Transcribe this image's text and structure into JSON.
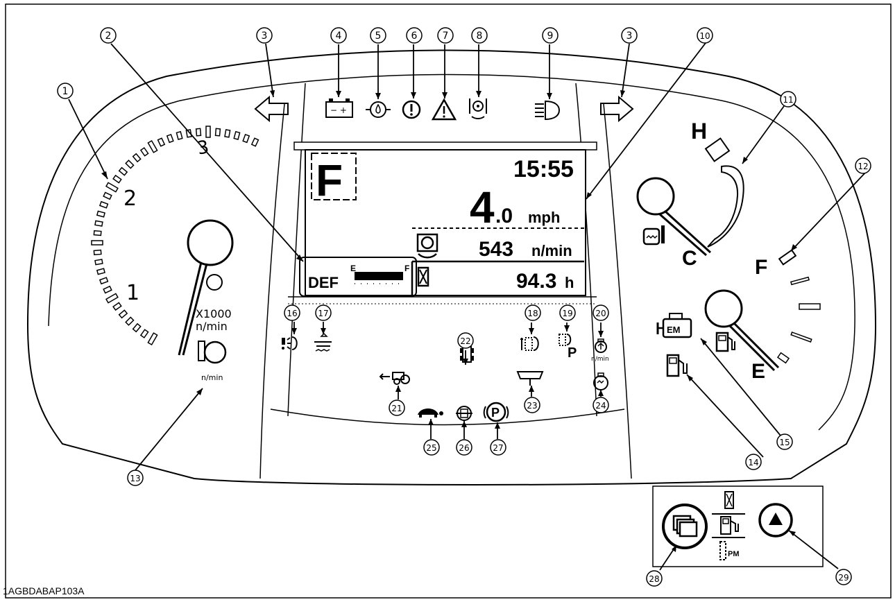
{
  "figure_code": "1AGBDABAP103A",
  "tachometer": {
    "scale_labels": [
      "1",
      "2",
      "3"
    ],
    "unit_line1": "X1000",
    "unit_line2": "n/min",
    "icon_unit": "n/min"
  },
  "lcd": {
    "gear": "F",
    "time": "15:55",
    "speed_big": "4",
    "speed_small": ".0",
    "speed_unit": "mph",
    "pto_rpm": "543",
    "pto_unit": "n/min",
    "hours": "94.3",
    "hours_unit": "h",
    "def_label": "DEF",
    "def_empty": "E",
    "def_full": "F"
  },
  "temp_gauge": {
    "hot": "H",
    "cold": "C"
  },
  "fuel_gauge": {
    "full": "F",
    "empty": "E"
  },
  "icon_labels": {
    "em": "EM",
    "p": "P",
    "nmin": "n/min",
    "pm": "PM"
  },
  "callouts": [
    "1",
    "2",
    "3",
    "4",
    "5",
    "6",
    "7",
    "8",
    "9",
    "10",
    "11",
    "12",
    "13",
    "14",
    "15",
    "16",
    "17",
    "18",
    "19",
    "20",
    "21",
    "22",
    "23",
    "24",
    "25",
    "26",
    "27",
    "28",
    "29"
  ],
  "colors": {
    "ink": "#000000",
    "paper": "#ffffff",
    "lcd_bg": "#ffffff"
  }
}
